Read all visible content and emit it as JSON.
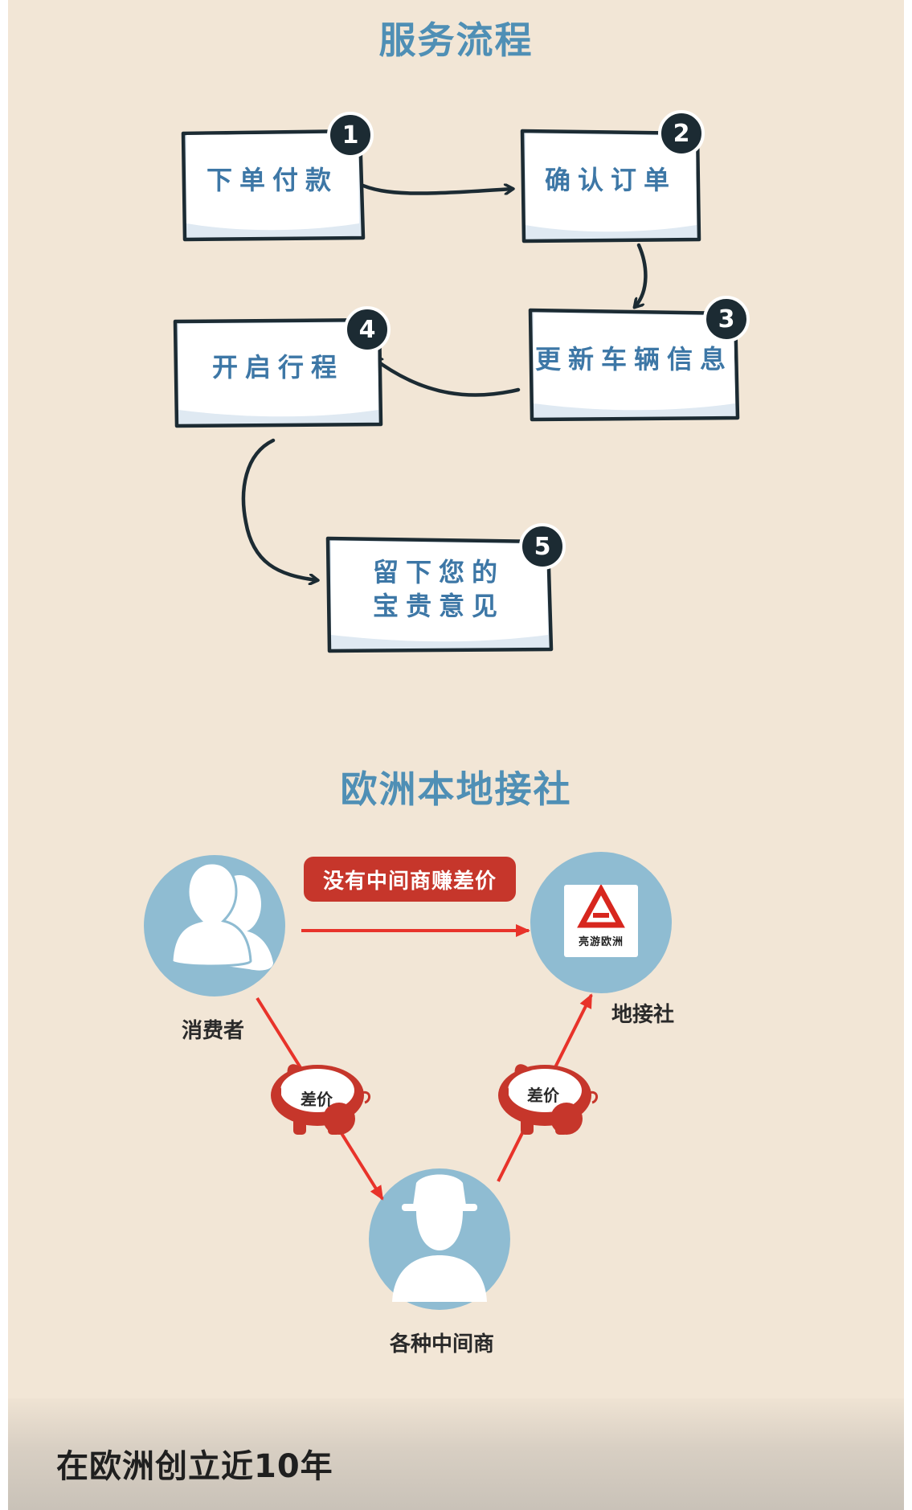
{
  "process": {
    "title": "服务流程",
    "steps": [
      {
        "number": "1",
        "label": "下单付款"
      },
      {
        "number": "2",
        "label": "确认订单"
      },
      {
        "number": "3",
        "label": "更新车辆信息"
      },
      {
        "number": "4",
        "label": "开启行程"
      },
      {
        "number": "5",
        "line1": "留下您的",
        "line2": "宝贵意见"
      }
    ]
  },
  "agency": {
    "title": "欧洲本地接社",
    "banner": "没有中间商赚差价",
    "consumer": {
      "label": "消费者",
      "icon": "two-people-icon"
    },
    "local_agency": {
      "label": "地接社",
      "logo_text": "亮游欧洲",
      "icon": "agency-logo"
    },
    "middleman": {
      "label": "各种中间商",
      "icon": "hat-person-icon"
    },
    "price_gap_label": "差价",
    "colors": {
      "circle": "#8fbcd2",
      "arrow": "#e8332a",
      "pig": "#c6362b",
      "title": "#4f8fb5"
    }
  },
  "footer": {
    "title": "在欧洲创立近10年"
  }
}
